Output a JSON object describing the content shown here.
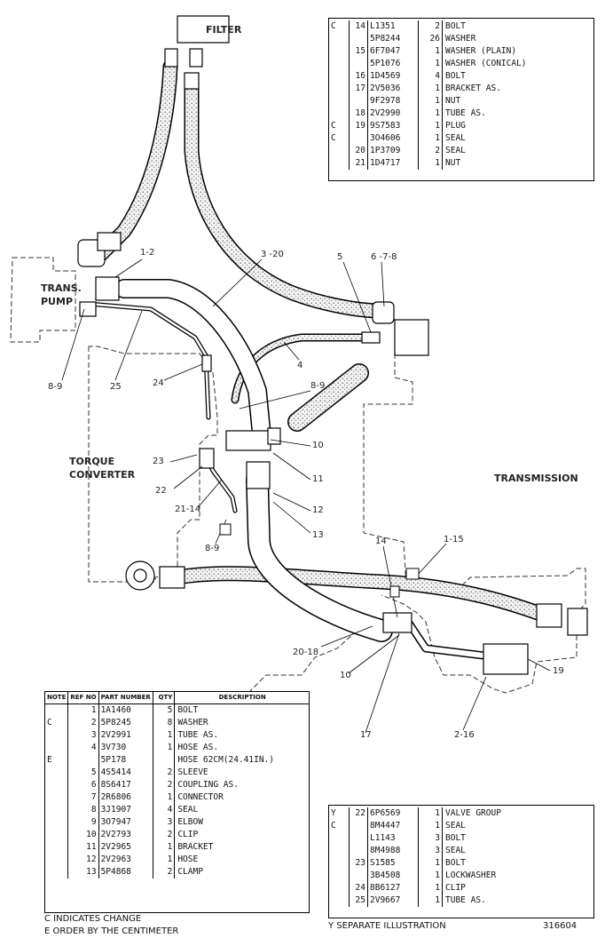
{
  "labels": {
    "filter": "FILTER",
    "trans_pump_1": "TRANS.",
    "trans_pump_2": "PUMP",
    "torque_1": "TORQUE",
    "torque_2": "CONVERTER",
    "transmission": "TRANSMISSION"
  },
  "callouts": [
    {
      "key": "c1",
      "text": "1-2"
    },
    {
      "key": "c2",
      "text": "3 -20"
    },
    {
      "key": "c3",
      "text": "5"
    },
    {
      "key": "c4",
      "text": "6 -7-8"
    },
    {
      "key": "c5",
      "text": "4"
    },
    {
      "key": "c6",
      "text": "8-9"
    },
    {
      "key": "c7",
      "text": "25"
    },
    {
      "key": "c8",
      "text": "24"
    },
    {
      "key": "c9",
      "text": "8-9"
    },
    {
      "key": "c10",
      "text": "10"
    },
    {
      "key": "c11",
      "text": "11"
    },
    {
      "key": "c12",
      "text": "12"
    },
    {
      "key": "c13",
      "text": "13"
    },
    {
      "key": "c14",
      "text": "23"
    },
    {
      "key": "c15",
      "text": "22"
    },
    {
      "key": "c16",
      "text": "21-14"
    },
    {
      "key": "c17",
      "text": "8-9"
    },
    {
      "key": "c18",
      "text": "14"
    },
    {
      "key": "c19",
      "text": "1-15"
    },
    {
      "key": "c20",
      "text": "20-18"
    },
    {
      "key": "c21",
      "text": "10"
    },
    {
      "key": "c22",
      "text": "19"
    },
    {
      "key": "c23",
      "text": "17"
    },
    {
      "key": "c24",
      "text": "2-16"
    }
  ],
  "top_table": [
    {
      "note": "C",
      "ref": "14",
      "pn": "L1351",
      "qty": "2",
      "desc": "BOLT"
    },
    {
      "note": "",
      "ref": "",
      "pn": "5P8244",
      "qty": "26",
      "desc": "WASHER"
    },
    {
      "note": "",
      "ref": "15",
      "pn": "6F7047",
      "qty": "1",
      "desc": "WASHER  (PLAIN)"
    },
    {
      "note": "",
      "ref": "",
      "pn": "5P1076",
      "qty": "1",
      "desc": "WASHER  (CONICAL)"
    },
    {
      "note": "",
      "ref": "16",
      "pn": "1D4569",
      "qty": "4",
      "desc": "BOLT"
    },
    {
      "note": "",
      "ref": "17",
      "pn": "2V5036",
      "qty": "1",
      "desc": "BRACKET AS."
    },
    {
      "note": "",
      "ref": "",
      "pn": "9F2978",
      "qty": "1",
      "desc": "   NUT"
    },
    {
      "note": "",
      "ref": "18",
      "pn": "2V2990",
      "qty": "1",
      "desc": "TUBE AS."
    },
    {
      "note": "C",
      "ref": "19",
      "pn": "9S7583",
      "qty": "1",
      "desc": "   PLUG"
    },
    {
      "note": "C",
      "ref": "",
      "pn": "3O4606",
      "qty": "1",
      "desc": "   SEAL"
    },
    {
      "note": "",
      "ref": "20",
      "pn": "1P3709",
      "qty": "2",
      "desc": "SEAL"
    },
    {
      "note": "",
      "ref": "21",
      "pn": "1D4717",
      "qty": "1",
      "desc": "NUT"
    }
  ],
  "left_table_header": {
    "note": "NOTE",
    "ref": "REF NO",
    "pn": "PART NUMBER",
    "qty": "QTY",
    "desc": "DESCRIPTION"
  },
  "left_table": [
    {
      "note": "",
      "ref": "1",
      "pn": "1A1460",
      "qty": "5",
      "desc": "BOLT"
    },
    {
      "note": "C",
      "ref": "2",
      "pn": "5P8245",
      "qty": "8",
      "desc": "WASHER"
    },
    {
      "note": "",
      "ref": "3",
      "pn": "2V2991",
      "qty": "1",
      "desc": "TUBE  AS."
    },
    {
      "note": "",
      "ref": "4",
      "pn": "3V730",
      "qty": "1",
      "desc": "HOSE  AS."
    },
    {
      "note": "E",
      "ref": "",
      "pn": "5P178",
      "qty": "",
      "desc": "   HOSE  62CM(24.41IN.)"
    },
    {
      "note": "",
      "ref": "5",
      "pn": "4S5414",
      "qty": "2",
      "desc": "   SLEEVE"
    },
    {
      "note": "",
      "ref": "6",
      "pn": "8S6417",
      "qty": "2",
      "desc": "   COUPLING  AS."
    },
    {
      "note": "",
      "ref": "7",
      "pn": "2R6806",
      "qty": "1",
      "desc": "CONNECTOR"
    },
    {
      "note": "",
      "ref": "8",
      "pn": "3J1907",
      "qty": "4",
      "desc": "SEAL"
    },
    {
      "note": "",
      "ref": "9",
      "pn": "3O7947",
      "qty": "3",
      "desc": "ELBOW"
    },
    {
      "note": "",
      "ref": "10",
      "pn": "2V2793",
      "qty": "2",
      "desc": "CLIP"
    },
    {
      "note": "",
      "ref": "11",
      "pn": "2V2965",
      "qty": "1",
      "desc": "BRACKET"
    },
    {
      "note": "",
      "ref": "12",
      "pn": "2V2963",
      "qty": "1",
      "desc": "HOSE"
    },
    {
      "note": "",
      "ref": "13",
      "pn": "5P4868",
      "qty": "2",
      "desc": "CLAMP"
    }
  ],
  "right_table": [
    {
      "note": "Y",
      "ref": "22",
      "pn": "6P6569",
      "qty": "1",
      "desc": "VALVE GROUP"
    },
    {
      "note": "C",
      "ref": "",
      "pn": "8M4447",
      "qty": "1",
      "desc": "SEAL"
    },
    {
      "note": "",
      "ref": "",
      "pn": "L1143",
      "qty": "3",
      "desc": "BOLT"
    },
    {
      "note": "",
      "ref": "",
      "pn": "8M4988",
      "qty": "3",
      "desc": "SEAL"
    },
    {
      "note": "",
      "ref": "23",
      "pn": "S1585",
      "qty": "1",
      "desc": "BOLT"
    },
    {
      "note": "",
      "ref": "",
      "pn": "3B4508",
      "qty": "1",
      "desc": "LOCKWASHER"
    },
    {
      "note": "",
      "ref": "24",
      "pn": "8B6127",
      "qty": "1",
      "desc": "CLIP"
    },
    {
      "note": "",
      "ref": "25",
      "pn": "2V9667",
      "qty": "1",
      "desc": "TUBE AS."
    }
  ],
  "footnotes": {
    "c": "C   INDICATES  CHANGE",
    "e": "E   ORDER  BY  THE  CENTIMETER",
    "y": "Y   SEPARATE  ILLUSTRATION",
    "drawing_no": "316604"
  }
}
